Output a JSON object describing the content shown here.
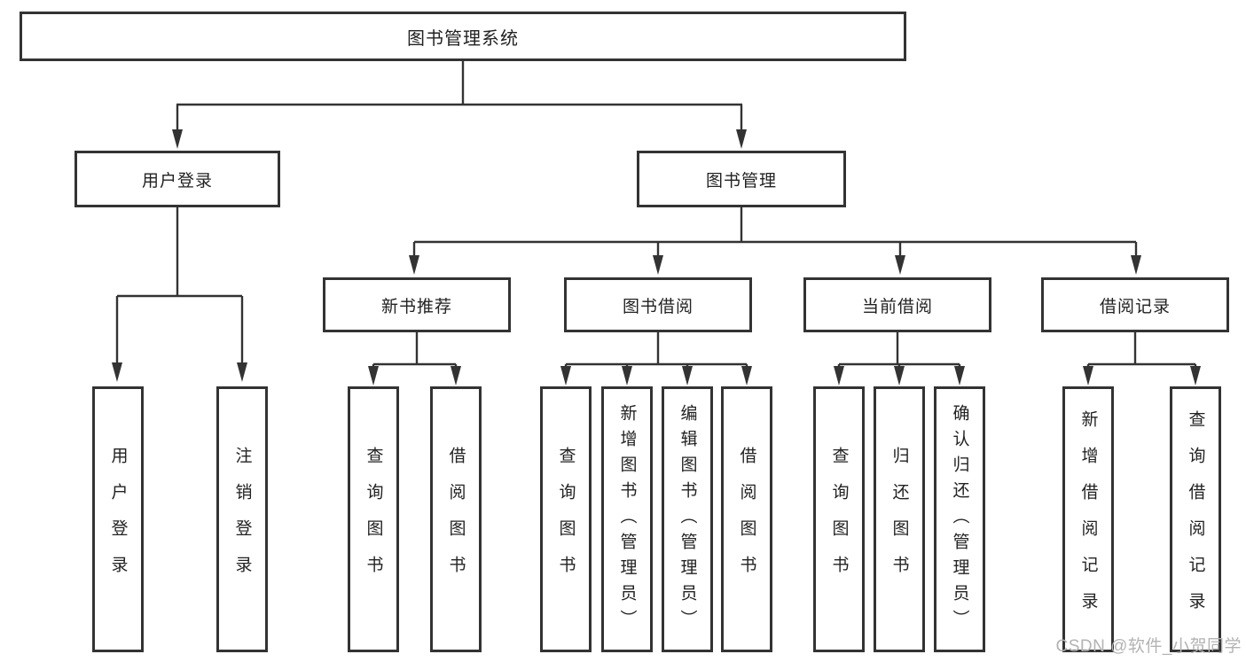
{
  "diagram": {
    "root": {
      "label": "图书管理系统",
      "children": [
        {
          "label": "用户登录",
          "children": [
            {
              "label": "用户登录"
            },
            {
              "label": "注销登录"
            }
          ]
        },
        {
          "label": "图书管理",
          "children": [
            {
              "label": "新书推荐",
              "children": [
                {
                  "label": "查询图书"
                },
                {
                  "label": "借阅图书"
                }
              ]
            },
            {
              "label": "图书借阅",
              "children": [
                {
                  "label": "查询图书"
                },
                {
                  "label": "新增图书（管理员）"
                },
                {
                  "label": "编辑图书（管理员）"
                },
                {
                  "label": "借阅图书"
                }
              ]
            },
            {
              "label": "当前借阅",
              "children": [
                {
                  "label": "查询图书"
                },
                {
                  "label": "归还图书"
                },
                {
                  "label": "确认归还（管理员）"
                }
              ]
            },
            {
              "label": "借阅记录",
              "children": [
                {
                  "label": "新增借阅记录"
                },
                {
                  "label": "查询借阅记录"
                }
              ]
            }
          ]
        }
      ]
    }
  },
  "watermark": {
    "text": "CSDN @软件_小贺同学"
  },
  "colors": {
    "line": "#333333",
    "box_border": "#333333",
    "text": "#222222",
    "watermark": "#b3b3b3",
    "background": "#ffffff"
  }
}
